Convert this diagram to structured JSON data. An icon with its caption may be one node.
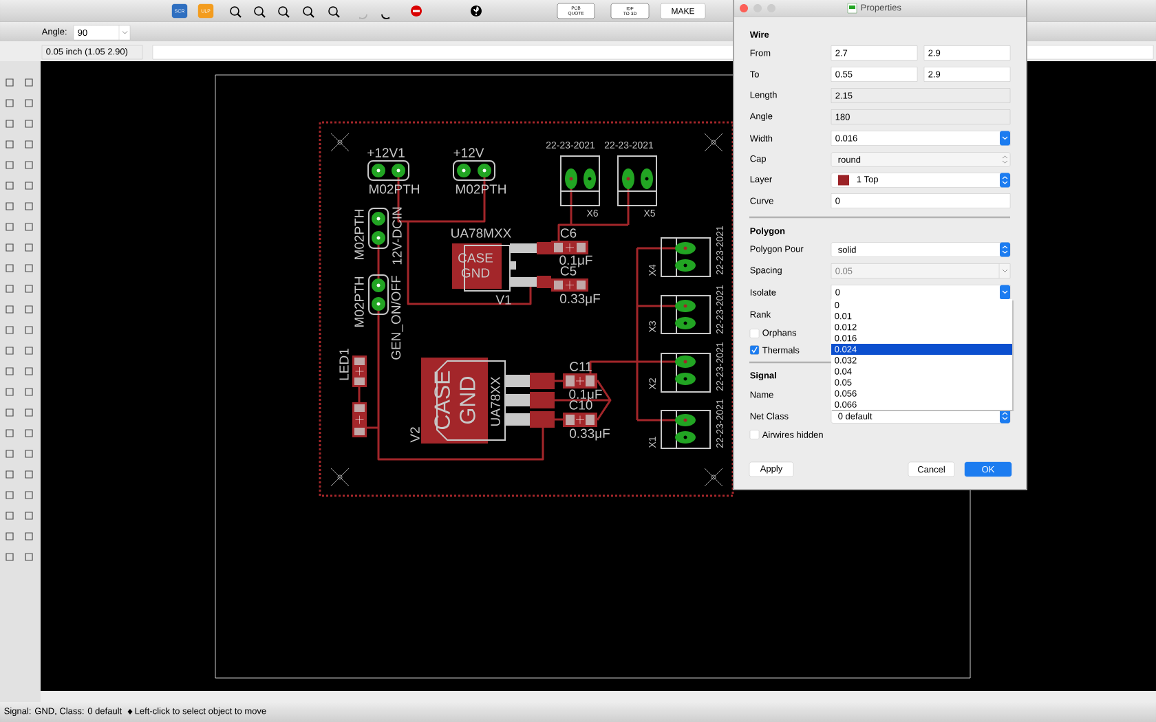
{
  "diagram": {
    "labels": [
      "Angle:",
      "90",
      "0.05 inch (1.05 2.90)",
      "SCR",
      "ULP",
      "PCB QUOTE",
      "IDF TO 3D",
      "MAKE",
      "Properties",
      "+12V1",
      "+12V",
      "22-23-2021",
      "22-23-2021",
      "M02PTH",
      "M02PTH",
      "X6",
      "X5",
      "M02PTH",
      "12V-DCIN",
      "UA78MXX",
      "C6",
      "CASE GND",
      "0.1μF",
      "C5",
      "V1",
      "0.33μF",
      "M02PTH",
      "GEN_ON/OFF",
      "LED1",
      "CASE GND",
      "UA78XX",
      "V2",
      "C11",
      "0.1μF",
      "C10",
      "0.33μF",
      "X4",
      "22-23-2021",
      "X3",
      "22-23-2021",
      "X2",
      "22-23-2021",
      "X1",
      "22-23-2021",
      "Wire",
      "From",
      "2.7",
      "2.9",
      "To",
      "0.55",
      "2.9",
      "Length",
      "2.15",
      "Angle",
      "180",
      "Width",
      "0.016",
      "Cap",
      "round",
      "Layer",
      "1 Top",
      "Curve",
      "0",
      "Polygon",
      "Polygon Pour",
      "solid",
      "Spacing",
      "0.05",
      "Isolate",
      "0",
      "Rank",
      "0",
      "0.01",
      "0.012",
      "0.016",
      "0.024",
      "0.032",
      "0.04",
      "0.05",
      "0.056",
      "0.066",
      "Orphans",
      "Thermals",
      "Signal",
      "Name",
      "Net Class",
      "0 default",
      "Airwires hidden",
      "Apply",
      "Cancel",
      "OK",
      "Signal: GND, Class: 0 default",
      "Left-click to select object to move"
    ]
  }
}
